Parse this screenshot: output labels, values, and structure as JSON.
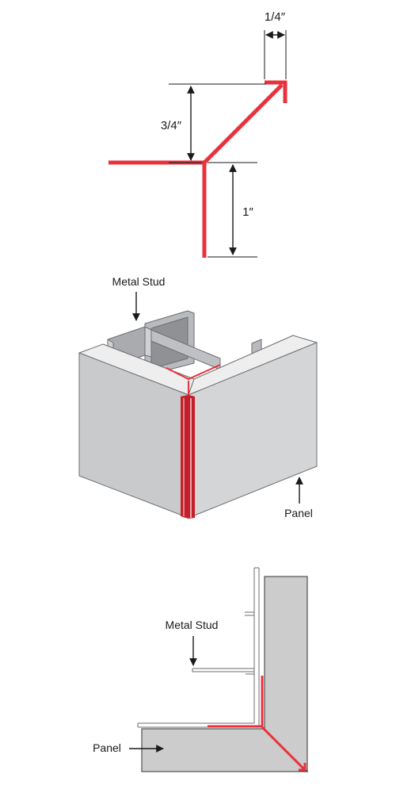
{
  "colors": {
    "trim_red": "#e8323c",
    "trim_dark_red": "#b3121d",
    "panel_front": "#c9cacc",
    "panel_side": "#d4d5d7",
    "panel_top": "#eeeeee",
    "stud_gray": "#a9abae",
    "outline": "#6d6e71",
    "text": "#1a1a1a"
  },
  "profile_diagram": {
    "dim_return_width": "1/4″",
    "dim_return_height": "3/4″",
    "dim_leg_length": "1″"
  },
  "isometric_diagram": {
    "label_stud": "Metal Stud",
    "label_panel": "Panel"
  },
  "section_diagram": {
    "label_stud": "Metal Stud",
    "label_panel": "Panel"
  }
}
